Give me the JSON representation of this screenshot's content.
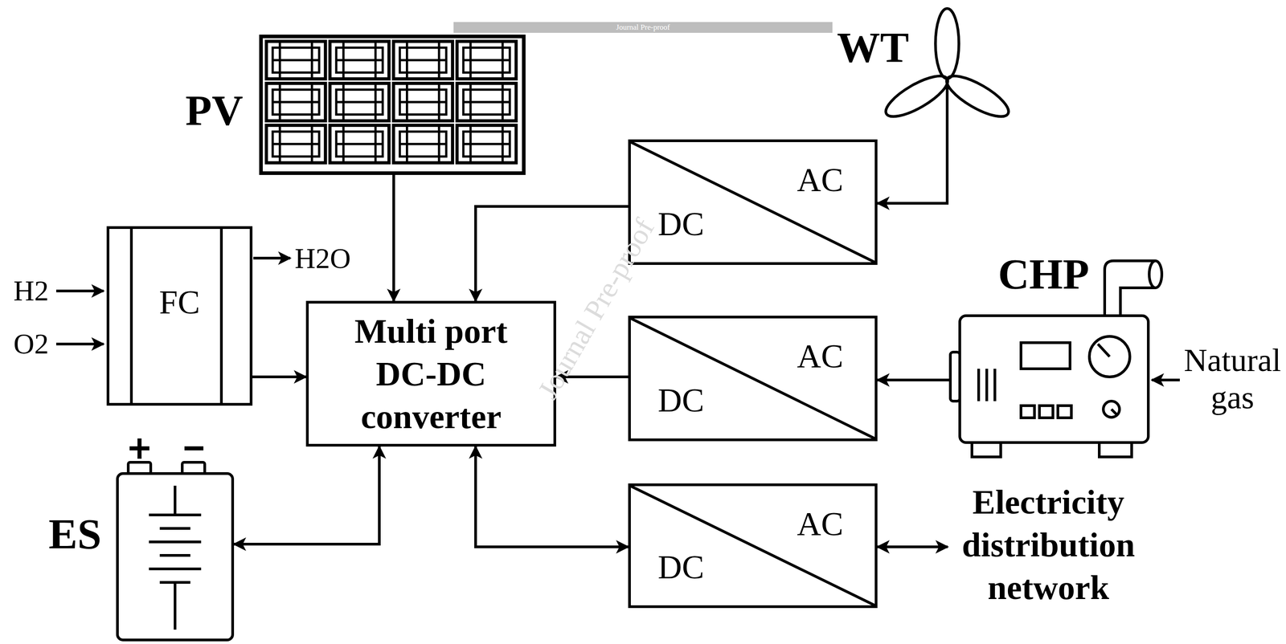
{
  "diagram": {
    "nodes": [
      {
        "text": [
          "PV"
        ]
      },
      {
        "text": [
          "WT"
        ]
      },
      {
        "text": [
          "AC",
          "DC"
        ]
      },
      {
        "text": [
          "FC"
        ]
      },
      {
        "text": [
          "Multi port DC-DC converter"
        ]
      },
      {
        "text": [
          "CHP"
        ]
      },
      {
        "text": [
          "AC",
          "DC"
        ]
      },
      {
        "text": [
          "ES"
        ]
      },
      {
        "text": [
          "AC",
          "DC"
        ]
      },
      {
        "text": [
          "Electricity distribution network"
        ]
      }
    ],
    "edges": [
      {
        "from": 0,
        "to": 4,
        "arrow": "to"
      },
      {
        "from": 1,
        "to": 2,
        "arrow": "to"
      },
      {
        "from": 2,
        "to": 4,
        "arrow": "to"
      },
      {
        "from": 3,
        "to": 4,
        "arrow": "to"
      },
      {
        "from": 5,
        "to": 6,
        "arrow": "to"
      },
      {
        "from": 6,
        "to": 4,
        "arrow": "to"
      },
      {
        "from": 7,
        "to": 4,
        "arrow": "both"
      },
      {
        "from": 4,
        "to": 8,
        "arrow": "both"
      },
      {
        "from": 8,
        "to": 9,
        "arrow": "both"
      }
    ],
    "labels": [
      "H2",
      "O2",
      "H2O",
      "Natural gas",
      "Journal Pre-proof",
      "Journal Pre-proof"
    ]
  }
}
